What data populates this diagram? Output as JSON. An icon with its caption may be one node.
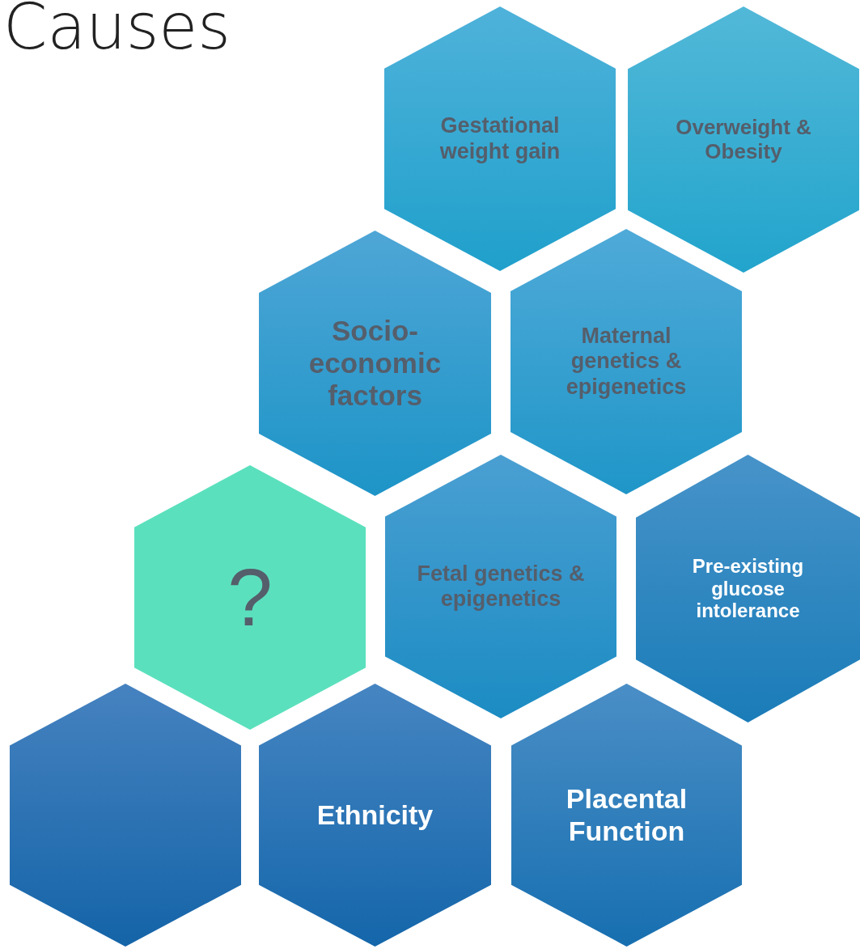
{
  "diagram": {
    "title": "Causes",
    "nodes": [
      {
        "text": [
          "Gestational weight gain"
        ]
      },
      {
        "text": [
          "Overweight & Obesity"
        ]
      },
      {
        "text": [
          "Socio-economic factors"
        ]
      },
      {
        "text": [
          "Maternal genetics & epigenetics"
        ]
      },
      {
        "text": [
          "?"
        ]
      },
      {
        "text": [
          "Fetal genetics & epigenetics"
        ]
      },
      {
        "text": [
          "Pre-existing glucose intolerance"
        ]
      },
      {
        "text": [],
        "shape": "hexagon"
      },
      {
        "text": [
          "Ethnicity"
        ]
      },
      {
        "text": [
          "Placental Function"
        ]
      }
    ]
  }
}
